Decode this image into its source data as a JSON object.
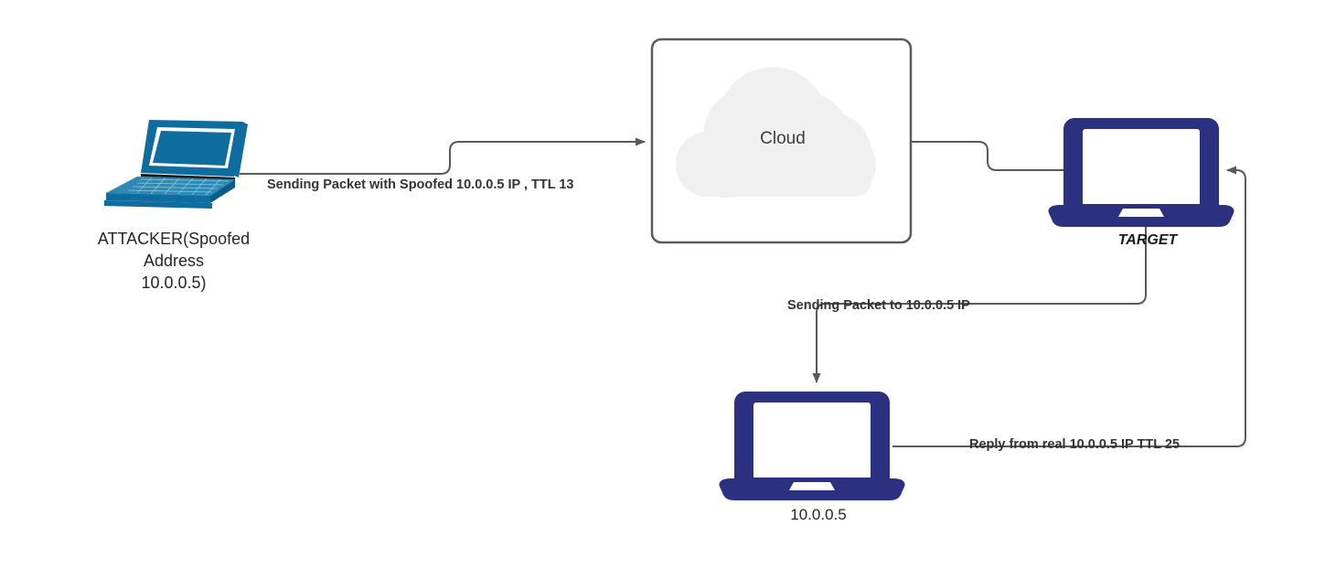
{
  "diagram": {
    "title": "IP Spoofing / TTL reflection network diagram",
    "colors": {
      "attacker_device": "#0e6c9e",
      "target_device": "#2b3180",
      "victim_device": "#2b3180",
      "edge_line": "#595959",
      "cloud_fill": "#f0f0f0",
      "box_border": "#5c5c5c",
      "label_text": "#333333"
    },
    "nodes": [
      {
        "id": "attacker",
        "icon": "laptop-icon",
        "label": "ATTACKER(Spoofed\nAddress\n10.0.0.5)"
      },
      {
        "id": "cloud",
        "icon": "cloud-icon",
        "label": "Cloud"
      },
      {
        "id": "target",
        "icon": "laptop-icon",
        "label": "TARGET"
      },
      {
        "id": "victim",
        "icon": "laptop-icon",
        "label": "10.0.0.5"
      }
    ],
    "edges": [
      {
        "id": "edge-attacker-to-cloud",
        "from": "attacker",
        "to": "cloud",
        "label": "Sending Packet with Spoofed 10.0.0.5 IP , TTL 13"
      },
      {
        "id": "edge-cloud-to-target",
        "from": "cloud",
        "to": "target",
        "label": ""
      },
      {
        "id": "edge-target-to-victim",
        "from": "target",
        "to": "victim",
        "label": "Sending Packet to 10.0.0.5 IP"
      },
      {
        "id": "edge-victim-to-target",
        "from": "victim",
        "to": "target",
        "label": "Reply from real 10.0.0.5 IP TTL 25"
      }
    ]
  }
}
